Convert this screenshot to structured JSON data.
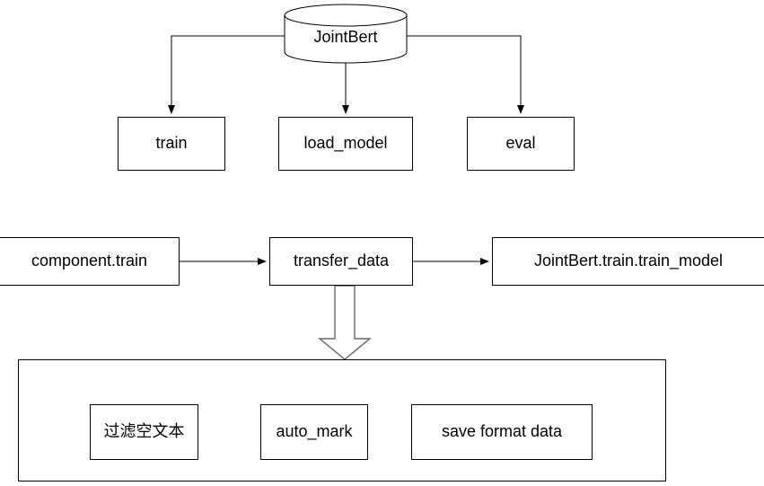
{
  "diagram": {
    "title_node": "JointBert",
    "nodes": {
      "jointbert": "JointBert",
      "train": "train",
      "load_model": "load_model",
      "eval": "eval",
      "component_train": "component.train",
      "transfer_data": "transfer_data",
      "jointbert_train_train_model": "JointBert.train.train_model",
      "filter_empty_text": "过滤空文本",
      "auto_mark": "auto_mark",
      "save_format_data": "save format data"
    },
    "shapes": {
      "jointbert": "cylinder",
      "train": "rectangle",
      "load_model": "rectangle",
      "eval": "rectangle",
      "component_train": "rectangle",
      "transfer_data": "rectangle",
      "jointbert_train_train_model": "rectangle",
      "pipeline_group": "rectangle-container",
      "filter_empty_text": "rectangle",
      "auto_mark": "rectangle",
      "save_format_data": "rectangle"
    },
    "edges": [
      {
        "from": "jointbert",
        "to": "train",
        "style": "elbow-arrow"
      },
      {
        "from": "jointbert",
        "to": "load_model",
        "style": "straight-arrow"
      },
      {
        "from": "jointbert",
        "to": "eval",
        "style": "elbow-arrow"
      },
      {
        "from": "component_train",
        "to": "transfer_data",
        "style": "straight-arrow"
      },
      {
        "from": "transfer_data",
        "to": "jointbert_train_train_model",
        "style": "straight-arrow"
      },
      {
        "from": "transfer_data",
        "to": "pipeline_group",
        "style": "block-arrow"
      },
      {
        "from": "filter_empty_text",
        "to": "auto_mark",
        "style": "straight-arrow"
      },
      {
        "from": "auto_mark",
        "to": "save_format_data",
        "style": "straight-arrow"
      }
    ],
    "colors": {
      "stroke": "#000000",
      "fill": "#ffffff",
      "text": "#000000",
      "block_arrow_stroke": "#666666"
    }
  }
}
